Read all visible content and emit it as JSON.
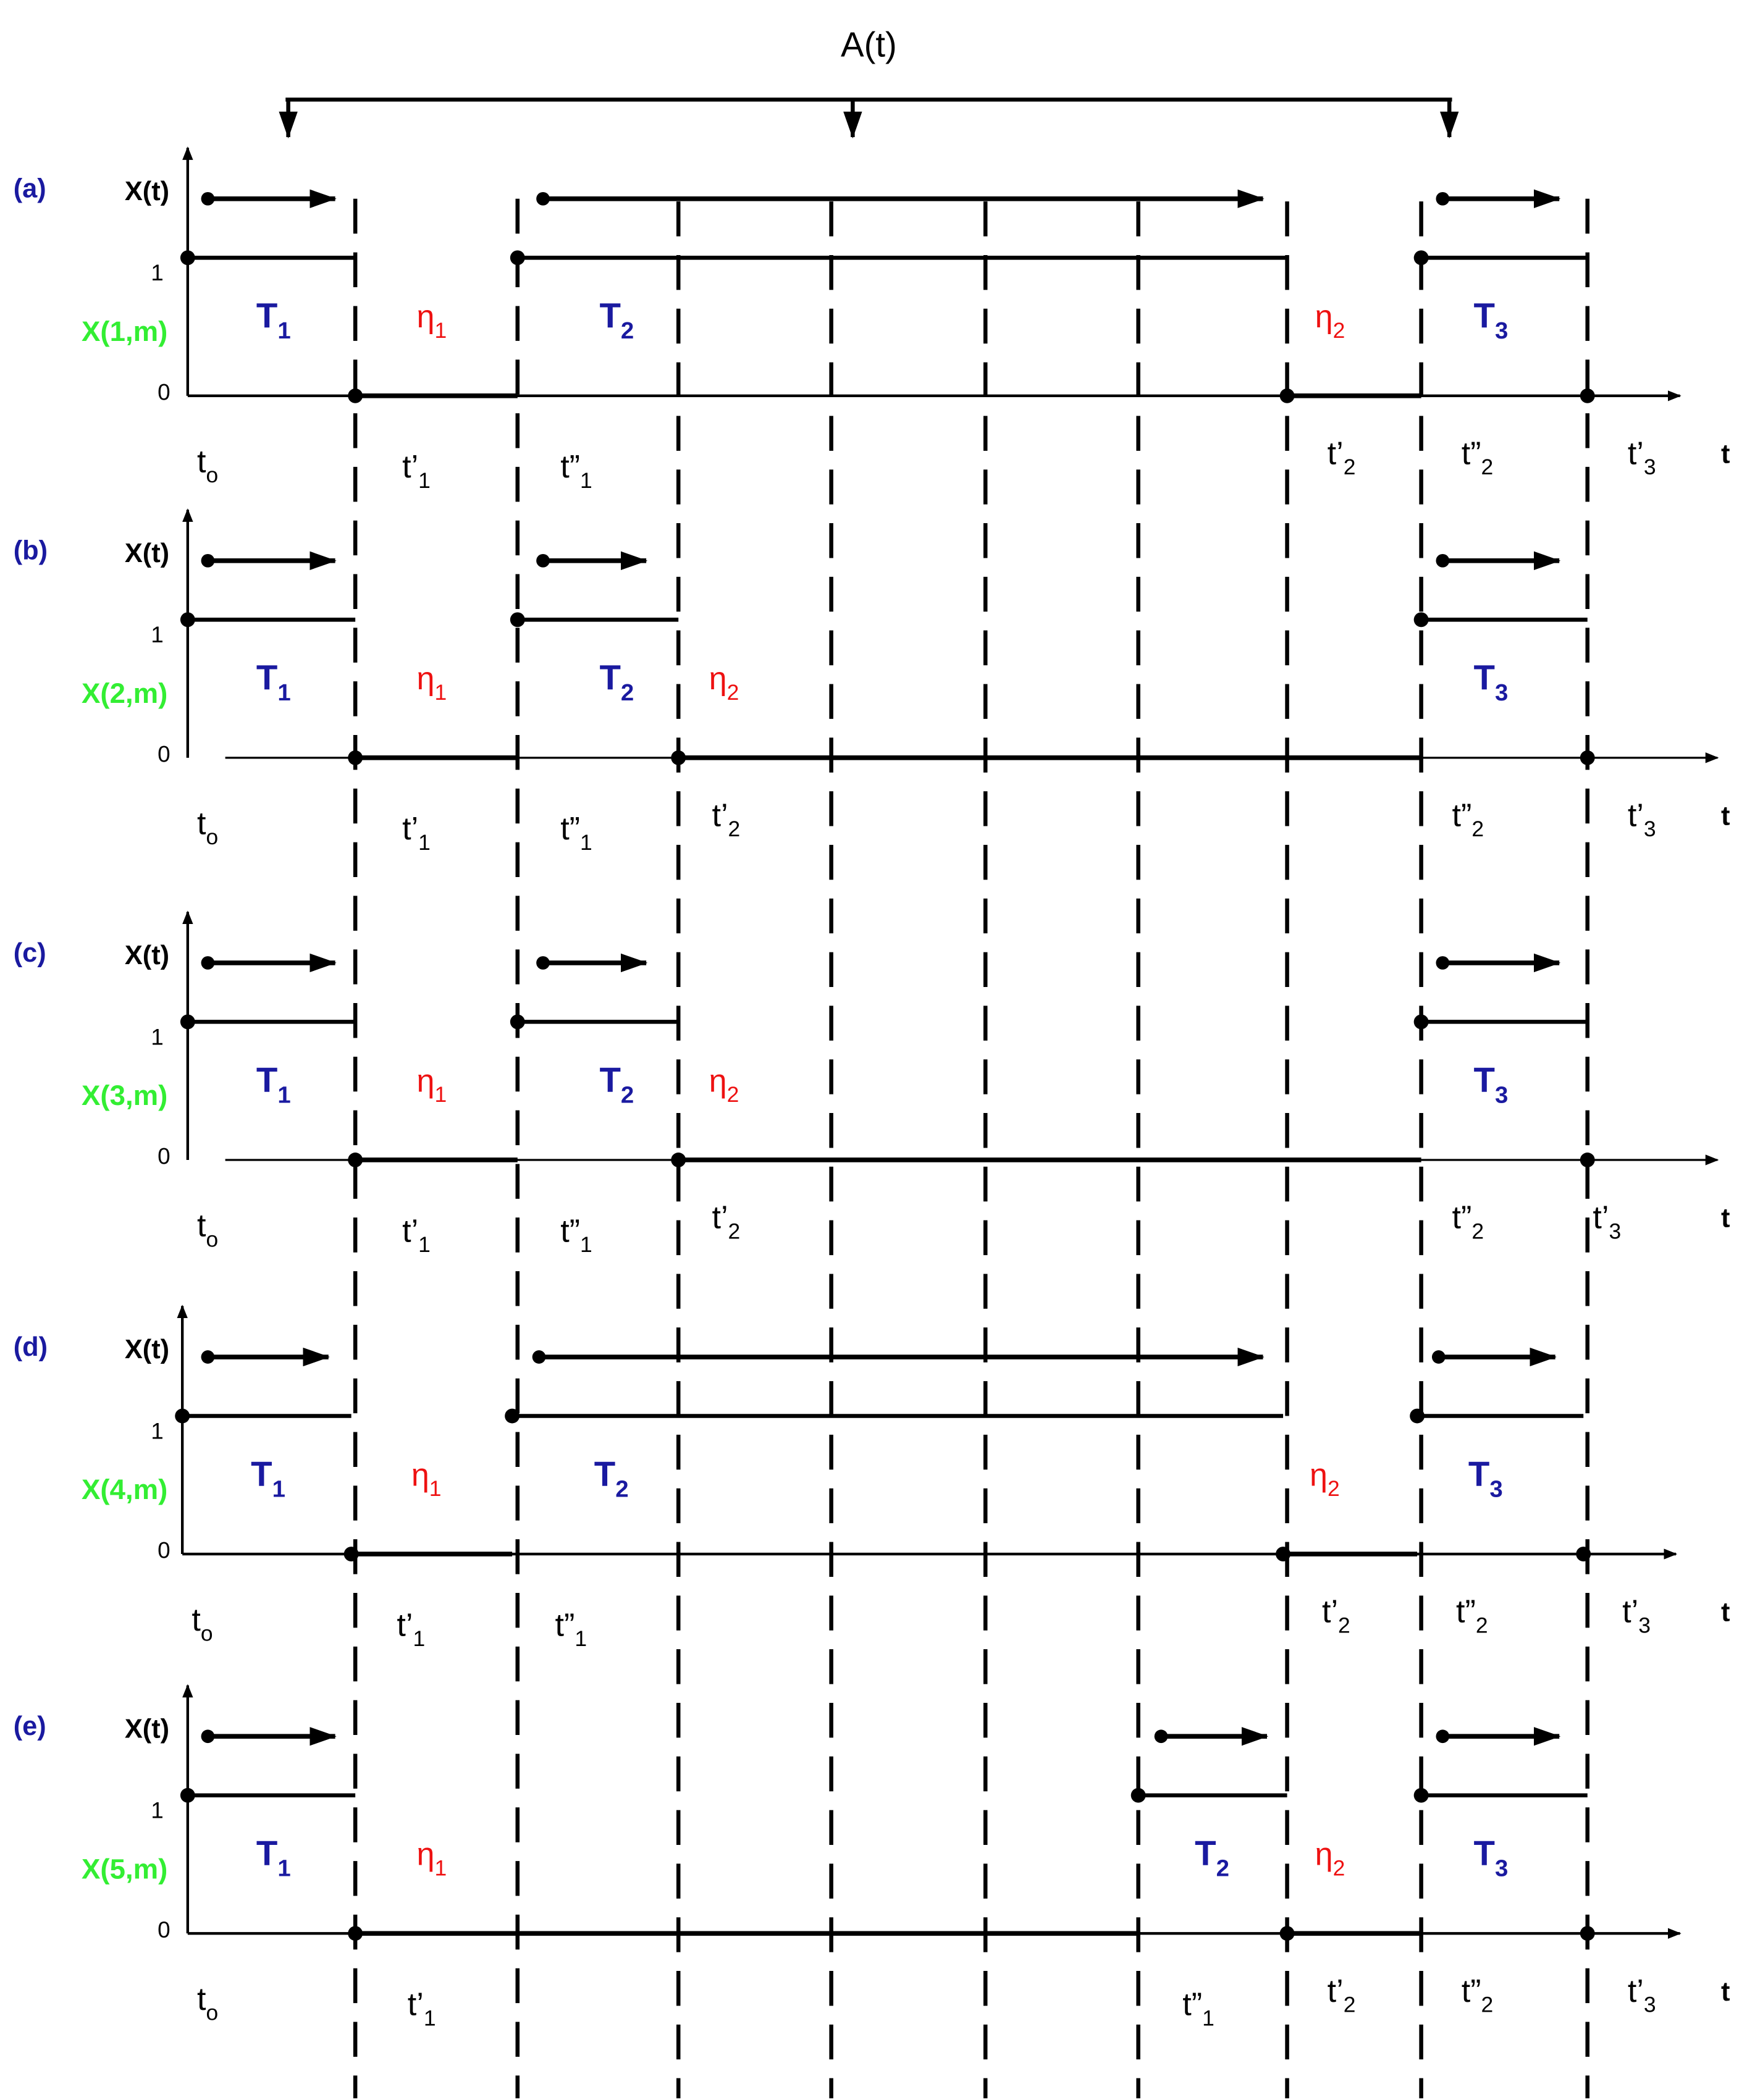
{
  "title": "A(t)",
  "colors": {
    "line": "#000000",
    "panel_label": "#1a1aa0",
    "signal_label": "#33ee33",
    "T_label": "#1a1aa0",
    "eta_label": "#ee1111"
  },
  "axis": {
    "y": "X(t)",
    "x": "t",
    "one": "1",
    "zero": "0"
  },
  "panels": [
    {
      "id": "a",
      "label": "(a)",
      "signal": "X(1,m)",
      "intervals": [
        {
          "name": "T",
          "sub": "1",
          "kind": "up"
        },
        {
          "name": "η",
          "sub": "1",
          "kind": "down"
        },
        {
          "name": "T",
          "sub": "2",
          "kind": "up"
        },
        {
          "name": "η",
          "sub": "2",
          "kind": "down"
        },
        {
          "name": "T",
          "sub": "3",
          "kind": "up"
        }
      ],
      "times": [
        {
          "base": "t",
          "mark": "",
          "sub": "o"
        },
        {
          "base": "t",
          "mark": "’",
          "sub": "1"
        },
        {
          "base": "t",
          "mark": "”",
          "sub": "1"
        },
        {
          "base": "t",
          "mark": "’",
          "sub": "2"
        },
        {
          "base": "t",
          "mark": "”",
          "sub": "2"
        },
        {
          "base": "t",
          "mark": "’",
          "sub": "3"
        }
      ]
    },
    {
      "id": "b",
      "label": "(b)",
      "signal": "X(2,m)",
      "intervals": [
        {
          "name": "T",
          "sub": "1",
          "kind": "up"
        },
        {
          "name": "η",
          "sub": "1",
          "kind": "down"
        },
        {
          "name": "T",
          "sub": "2",
          "kind": "up"
        },
        {
          "name": "η",
          "sub": "2",
          "kind": "down"
        },
        {
          "name": "T",
          "sub": "3",
          "kind": "up"
        }
      ],
      "times": [
        {
          "base": "t",
          "mark": "",
          "sub": "o"
        },
        {
          "base": "t",
          "mark": "’",
          "sub": "1"
        },
        {
          "base": "t",
          "mark": "”",
          "sub": "1"
        },
        {
          "base": "t",
          "mark": "’",
          "sub": "2"
        },
        {
          "base": "t",
          "mark": "”",
          "sub": "2"
        },
        {
          "base": "t",
          "mark": "’",
          "sub": "3"
        }
      ]
    },
    {
      "id": "c",
      "label": "(c)",
      "signal": "X(3,m)",
      "intervals": [
        {
          "name": "T",
          "sub": "1",
          "kind": "up"
        },
        {
          "name": "η",
          "sub": "1",
          "kind": "down"
        },
        {
          "name": "T",
          "sub": "2",
          "kind": "up"
        },
        {
          "name": "η",
          "sub": "2",
          "kind": "down"
        },
        {
          "name": "T",
          "sub": "3",
          "kind": "up"
        }
      ],
      "times": [
        {
          "base": "t",
          "mark": "",
          "sub": "o"
        },
        {
          "base": "t",
          "mark": "’",
          "sub": "1"
        },
        {
          "base": "t",
          "mark": "”",
          "sub": "1"
        },
        {
          "base": "t",
          "mark": "’",
          "sub": "2"
        },
        {
          "base": "t",
          "mark": "”",
          "sub": "2"
        },
        {
          "base": "t",
          "mark": "’",
          "sub": "3"
        }
      ]
    },
    {
      "id": "d",
      "label": "(d)",
      "signal": "X(4,m)",
      "intervals": [
        {
          "name": "T",
          "sub": "1",
          "kind": "up"
        },
        {
          "name": "η",
          "sub": "1",
          "kind": "down"
        },
        {
          "name": "T",
          "sub": "2",
          "kind": "up"
        },
        {
          "name": "η",
          "sub": "2",
          "kind": "down"
        },
        {
          "name": "T",
          "sub": "3",
          "kind": "up"
        }
      ],
      "times": [
        {
          "base": "t",
          "mark": "",
          "sub": "o"
        },
        {
          "base": "t",
          "mark": "’",
          "sub": "1"
        },
        {
          "base": "t",
          "mark": "”",
          "sub": "1"
        },
        {
          "base": "t",
          "mark": "’",
          "sub": "2"
        },
        {
          "base": "t",
          "mark": "”",
          "sub": "2"
        },
        {
          "base": "t",
          "mark": "’",
          "sub": "3"
        }
      ]
    },
    {
      "id": "e",
      "label": "(e)",
      "signal": "X(5,m)",
      "intervals": [
        {
          "name": "T",
          "sub": "1",
          "kind": "up"
        },
        {
          "name": "η",
          "sub": "1",
          "kind": "down"
        },
        {
          "name": "T",
          "sub": "2",
          "kind": "up"
        },
        {
          "name": "η",
          "sub": "2",
          "kind": "down"
        },
        {
          "name": "T",
          "sub": "3",
          "kind": "up"
        }
      ],
      "times": [
        {
          "base": "t",
          "mark": "",
          "sub": "o"
        },
        {
          "base": "t",
          "mark": "’",
          "sub": "1"
        },
        {
          "base": "t",
          "mark": "”",
          "sub": "1"
        },
        {
          "base": "t",
          "mark": "’",
          "sub": "2"
        },
        {
          "base": "t",
          "mark": "”",
          "sub": "2"
        },
        {
          "base": "t",
          "mark": "’",
          "sub": "3"
        }
      ]
    }
  ]
}
